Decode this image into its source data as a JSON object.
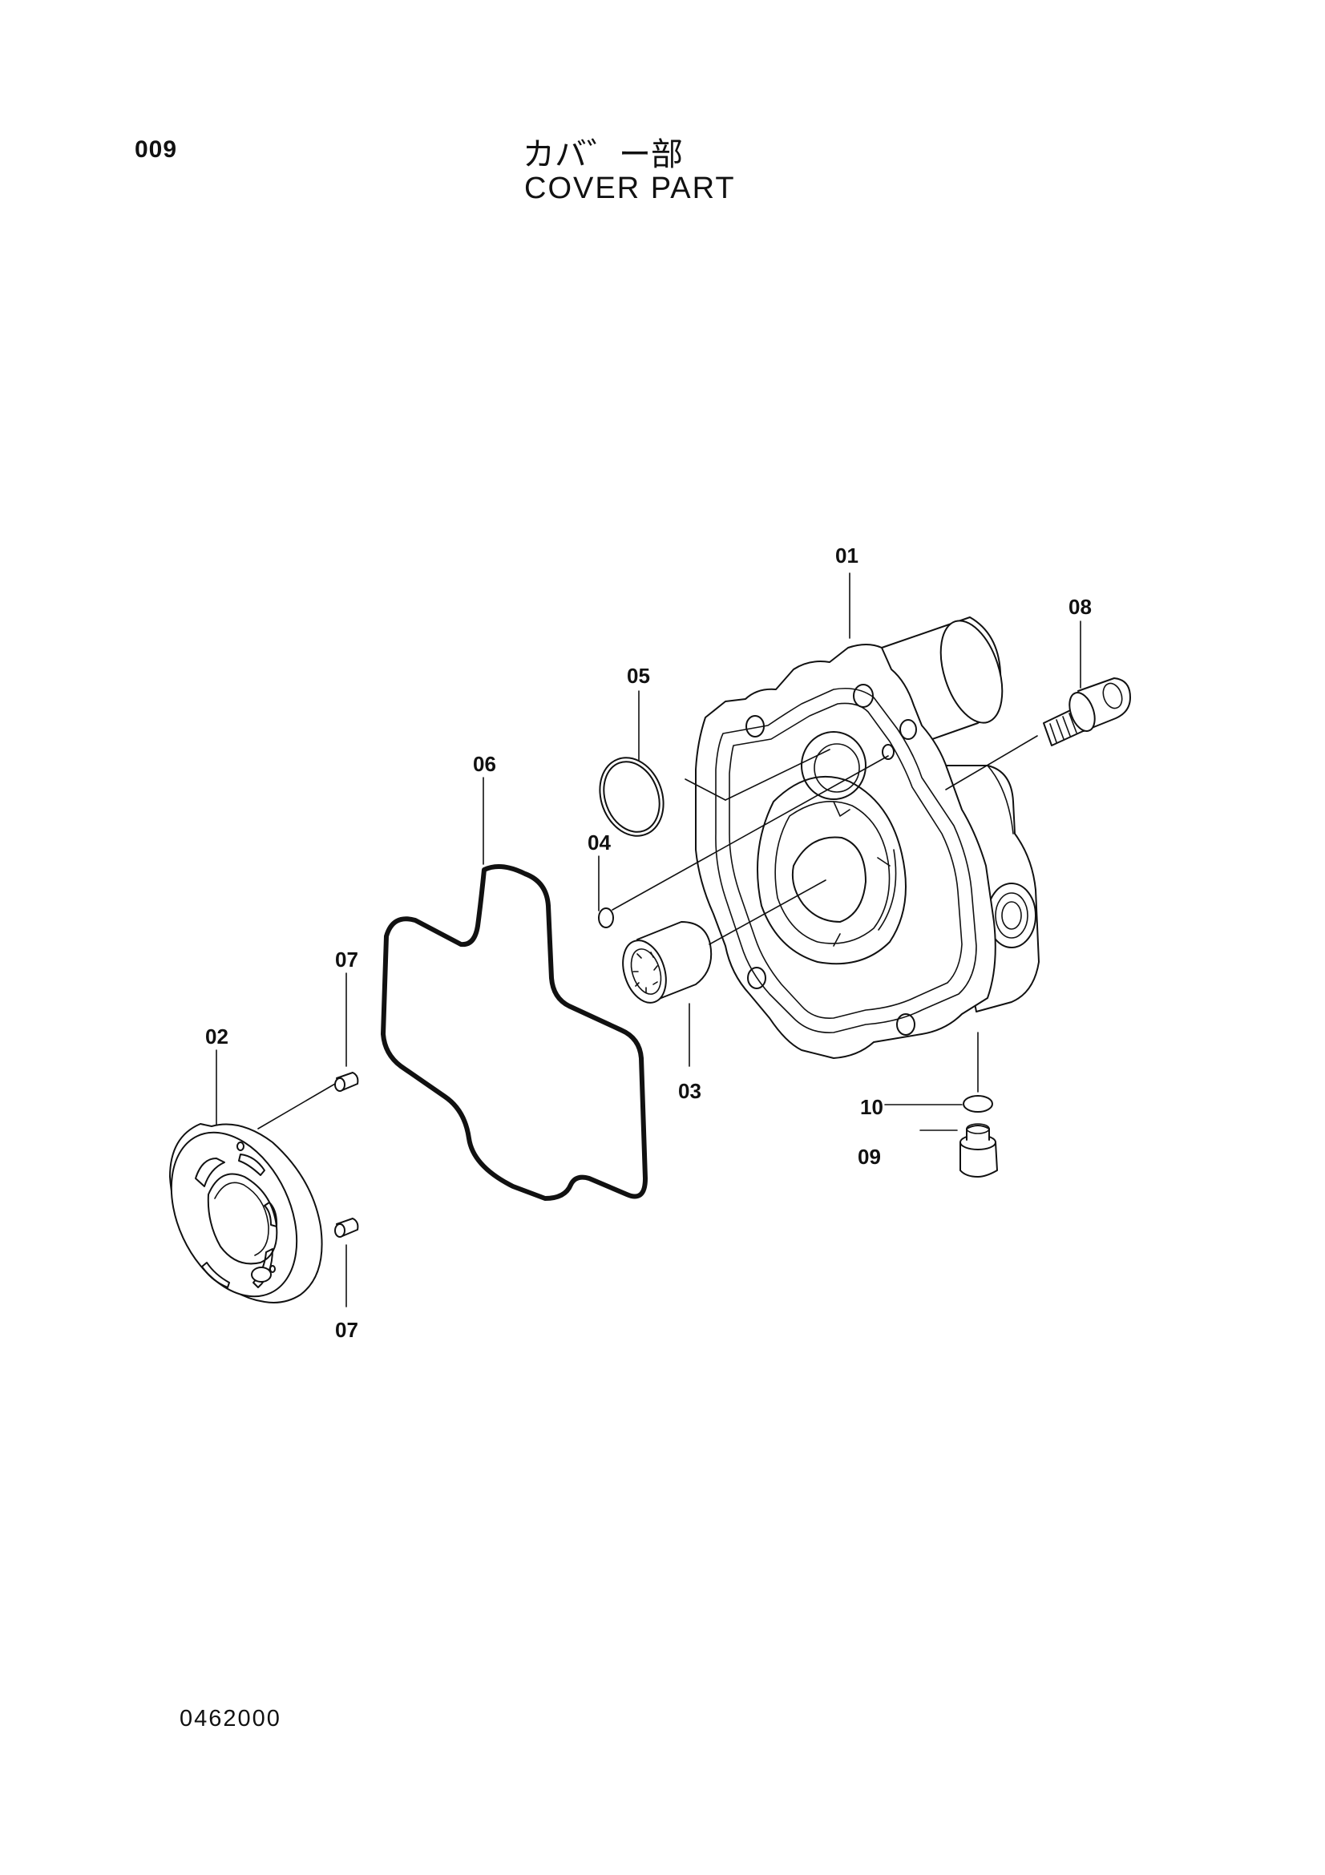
{
  "page_number": "009",
  "title_jp": "カバ゛ー部",
  "title_en": "COVER PART",
  "drawing_code": "0462000",
  "callouts": {
    "c01": "01",
    "c02": "02",
    "c03": "03",
    "c04": "04",
    "c05": "05",
    "c06": "06",
    "c07a": "07",
    "c07b": "07",
    "c08": "08",
    "c09": "09",
    "c10": "10"
  }
}
